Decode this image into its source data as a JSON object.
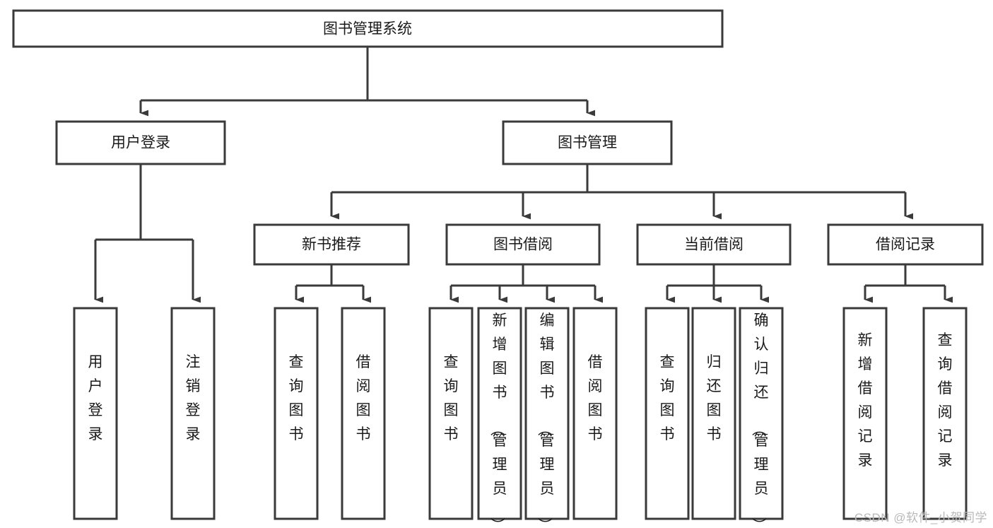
{
  "diagram": {
    "type": "tree",
    "title": "图书管理系统",
    "orientation": "top-down",
    "colors": {
      "stroke": "#3a3a3a",
      "box_fill": "#ffffff",
      "text": "#1a1a1a",
      "watermark": "#b9b9b9",
      "background": "#ffffff"
    },
    "levels": {
      "root": {
        "label": "图书管理系统"
      },
      "level2": [
        {
          "label": "用户登录"
        },
        {
          "label": "图书管理"
        }
      ],
      "level3": [
        {
          "label": "新书推荐"
        },
        {
          "label": "图书借阅"
        },
        {
          "label": "当前借阅"
        },
        {
          "label": "借阅记录"
        }
      ],
      "leaves": {
        "user_login": [
          {
            "label": "用户登录"
          },
          {
            "label": "注销登录"
          }
        ],
        "new_book_recommend": [
          {
            "label": "查询图书"
          },
          {
            "label": "借阅图书"
          }
        ],
        "book_borrow": [
          {
            "label": "查询图书"
          },
          {
            "label": "新增图书（管理员）"
          },
          {
            "label": "编辑图书（管理员）"
          },
          {
            "label": "借阅图书"
          }
        ],
        "current_borrow": [
          {
            "label": "查询图书"
          },
          {
            "label": "归还图书"
          },
          {
            "label": "确认归还（管理员）"
          }
        ],
        "borrow_record": [
          {
            "label": "新增借阅记录"
          },
          {
            "label": "查询借阅记录"
          }
        ]
      }
    }
  },
  "watermark": {
    "text": "CSDN @软件_小贺同学"
  }
}
